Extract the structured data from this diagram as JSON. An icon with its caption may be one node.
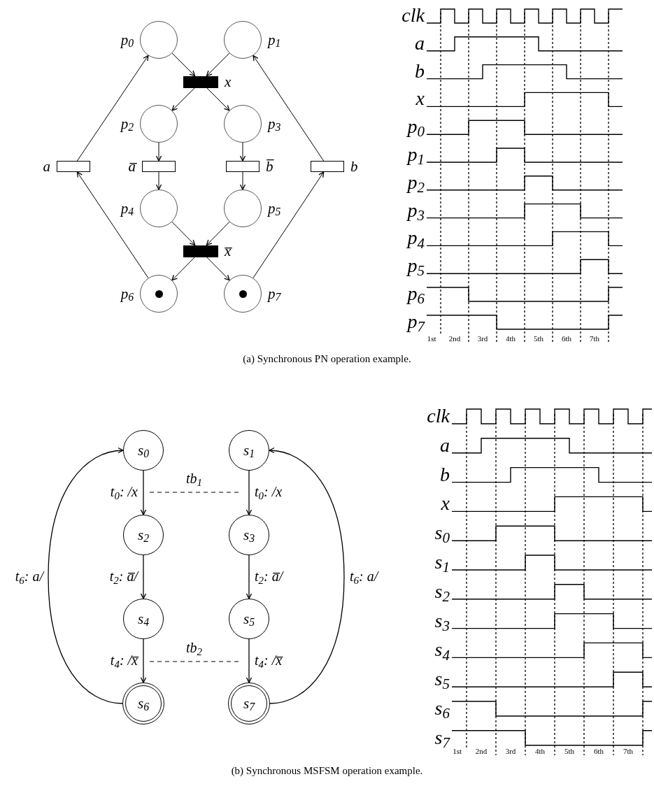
{
  "diagram": {
    "nodes": [
      {
        "text": [
          "p$_{0}$"
        ]
      },
      {
        "text": [
          "p$_{1}$"
        ]
      },
      {
        "text": [
          "x"
        ]
      },
      {
        "text": [
          "p$_{2}$"
        ]
      },
      {
        "text": [
          "p$_{3}$"
        ]
      },
      {
        "text": [
          "a"
        ]
      },
      {
        "text": [
          "a̅"
        ]
      },
      {
        "text": [
          "b̅"
        ]
      },
      {
        "text": [
          "b"
        ]
      },
      {
        "text": [
          "p$_{4}$"
        ]
      },
      {
        "text": [
          "p$_{5}$"
        ]
      },
      {
        "text": [
          "x̅"
        ]
      },
      {
        "text": [
          "p$_{6}$"
        ]
      },
      {
        "text": [
          "p$_{7}$"
        ]
      },
      {
        "text": [
          "s$_{0}$"
        ]
      },
      {
        "text": [
          "s$_{1}$"
        ]
      },
      {
        "text": [
          "s$_{2}$"
        ]
      },
      {
        "text": [
          "s$_{3}$"
        ]
      },
      {
        "text": [
          "s$_{4}$"
        ]
      },
      {
        "text": [
          "s$_{5}$"
        ]
      },
      {
        "text": [
          "s$_{6}$"
        ]
      },
      {
        "text": [
          "s$_{7}$"
        ]
      }
    ],
    "edges": [
      {
        "from": 0,
        "to": 2,
        "arrow": "to"
      },
      {
        "from": 1,
        "to": 2,
        "arrow": "to"
      },
      {
        "from": 2,
        "to": 3,
        "arrow": "to"
      },
      {
        "from": 2,
        "to": 4,
        "arrow": "to"
      },
      {
        "from": 3,
        "to": 6,
        "arrow": "to"
      },
      {
        "from": 4,
        "to": 7,
        "arrow": "to"
      },
      {
        "from": 6,
        "to": 9,
        "arrow": "to"
      },
      {
        "from": 7,
        "to": 10,
        "arrow": "to"
      },
      {
        "from": 9,
        "to": 11,
        "arrow": "to"
      },
      {
        "from": 10,
        "to": 11,
        "arrow": "to"
      },
      {
        "from": 11,
        "to": 12,
        "arrow": "to"
      },
      {
        "from": 11,
        "to": 13,
        "arrow": "to"
      },
      {
        "from": 12,
        "to": 5,
        "arrow": "to"
      },
      {
        "from": 5,
        "to": 0,
        "arrow": "to"
      },
      {
        "from": 13,
        "to": 8,
        "arrow": "to"
      },
      {
        "from": 8,
        "to": 1,
        "arrow": "to"
      },
      {
        "from": 14,
        "to": 16,
        "arrow": "to",
        "label": "t$_{0}$: /x"
      },
      {
        "from": 15,
        "to": 17,
        "arrow": "to",
        "label": "t$_{0}$: /x"
      },
      {
        "from": 16,
        "to": 18,
        "arrow": "to",
        "label": "t$_{2}$: a̅/"
      },
      {
        "from": 17,
        "to": 19,
        "arrow": "to",
        "label": "t$_{2}$: a̅/"
      },
      {
        "from": 18,
        "to": 20,
        "arrow": "to",
        "label": "t$_{4}$: /x̅"
      },
      {
        "from": 19,
        "to": 21,
        "arrow": "to",
        "label": "t$_{4}$: /x̅"
      },
      {
        "from": 20,
        "to": 14,
        "arrow": "to",
        "label": "t$_{6}$: a/"
      },
      {
        "from": 21,
        "to": 15,
        "arrow": "to",
        "label": "t$_{6}$: a/"
      }
    ],
    "labels": [
      "clk",
      "a",
      "b",
      "x",
      "p$_{0}$",
      "p$_{1}$",
      "p$_{2}$",
      "p$_{3}$",
      "p$_{4}$",
      "p$_{5}$",
      "p$_{6}$",
      "p$_{7}$",
      "1st",
      "2nd",
      "3rd",
      "4th",
      "5th",
      "6th",
      "7th",
      "(a) Synchronous PN operation example.",
      "tb$_{1}$",
      "tb$_{2}$",
      "clk",
      "a",
      "b",
      "x",
      "s$_{0}$",
      "s$_{1}$",
      "s$_{2}$",
      "s$_{3}$",
      "s$_{4}$",
      "s$_{5}$",
      "s$_{6}$",
      "s$_{7}$",
      "1st",
      "2nd",
      "3rd",
      "4th",
      "5th",
      "6th",
      "7th",
      "(b) Synchronous MSFSM operation example."
    ]
  }
}
